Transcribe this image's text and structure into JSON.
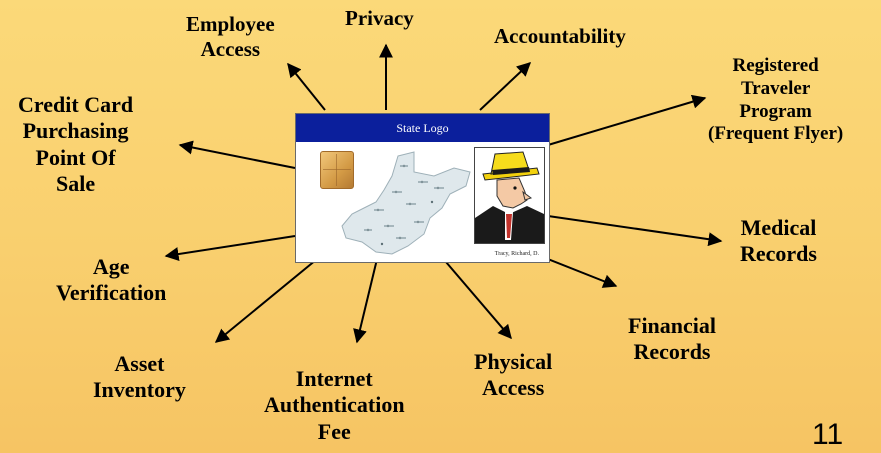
{
  "card": {
    "header": "State Logo",
    "holder_name": "Tracy, Richard, D."
  },
  "labels": {
    "employee_access": [
      "Employee",
      "Access"
    ],
    "privacy": [
      "Privacy"
    ],
    "accountability": [
      "Accountability"
    ],
    "registered_traveler": [
      "Registered",
      "Traveler",
      "Program",
      "(Frequent Flyer)"
    ],
    "credit_card": [
      "Credit Card",
      "Purchasing",
      "Point Of",
      "Sale"
    ],
    "medical_records": [
      "Medical",
      "Records"
    ],
    "age_verification": [
      "Age",
      "Verification"
    ],
    "financial_records": [
      "Financial",
      "Records"
    ],
    "asset_inventory": [
      "Asset",
      "Inventory"
    ],
    "internet_auth": [
      "Internet",
      "Authentication",
      "Fee"
    ],
    "physical_access": [
      "Physical",
      "Access"
    ]
  },
  "page_number": "11",
  "colors": {
    "background_top": "#fbd979",
    "background_bottom": "#f6c463",
    "card_header": "#0b1f9c",
    "arrow": "#000000"
  }
}
